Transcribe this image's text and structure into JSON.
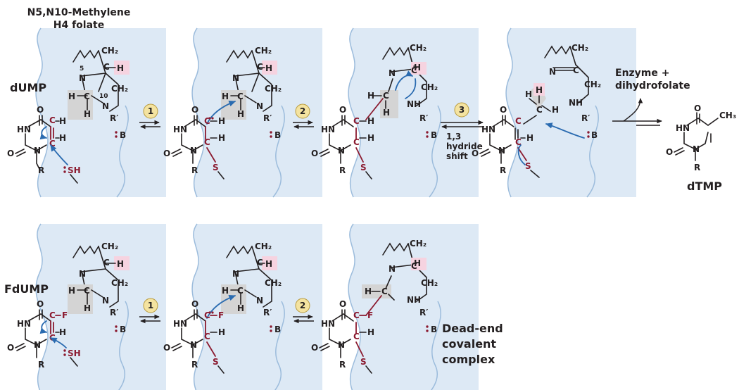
{
  "cofactor_title_line1": "N5,N10-Methylene",
  "cofactor_title_line2": "H4 folate",
  "substrate_top": "dUMP",
  "substrate_bottom": "FdUMP",
  "product": "dTMP",
  "enzyme_release_line1": "Enzyme +",
  "enzyme_release_line2": "dihydrofolate",
  "hydride_shift_line1": "1,3",
  "hydride_shift_line2": "hydride",
  "hydride_shift_line3": "shift",
  "dead_end_line1": "Dead-end",
  "dead_end_line2": "covalent",
  "dead_end_line3": "complex",
  "step_labels": [
    "1",
    "2",
    "3"
  ],
  "atoms": {
    "H": "H",
    "C": "C",
    "N": "N",
    "O": "O",
    "S": "S",
    "SH": "SH",
    "B": "B",
    "F": "F",
    "R": "R",
    "R_prime": "R′",
    "HN": "HN",
    "NH": "NH",
    "CH2": "CH₂",
    "CH3": "CH₃",
    "N5": "5",
    "N10": "10"
  },
  "colors": {
    "pocket": "#dde9f5",
    "pocket_edge": "#9cbcdc",
    "bond": "#231f20",
    "covalent_red": "#8b1a2f",
    "curly_arrow": "#2a6bb0",
    "gray_highlight": "#d4d4d4",
    "pink_highlight": "#f6d3e0",
    "step_circle": "#f4e3a0"
  }
}
